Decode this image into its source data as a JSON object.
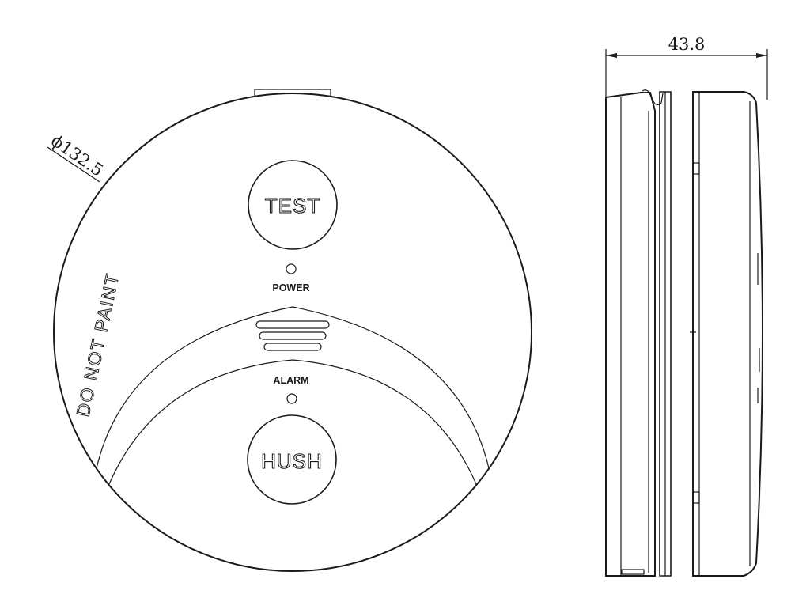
{
  "front_view": {
    "diameter_label": "ϕ132.5",
    "warning_text": "DO NOT PAINT",
    "test_button_label": "TEST",
    "hush_button_label": "HUSH",
    "power_indicator_label": "POWER",
    "alarm_indicator_label": "ALARM"
  },
  "side_view": {
    "height_label": "43.8"
  }
}
